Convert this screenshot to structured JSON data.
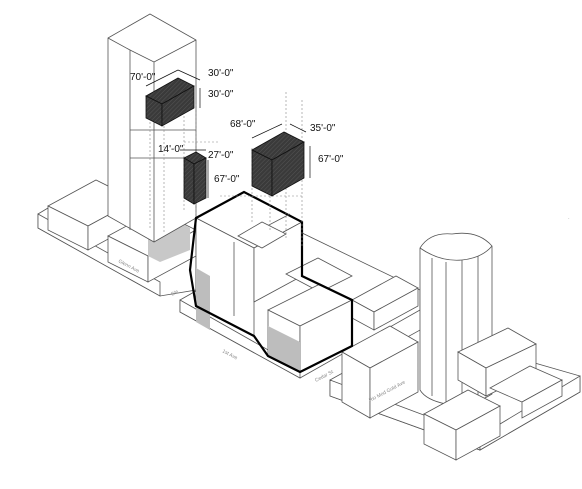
{
  "dimensions": {
    "block_tower_length": "70'-0\"",
    "block_tower_width": "30'-0\"",
    "block_tower_height": "30'-0\"",
    "block_small_length": "14'-0\"",
    "block_small_width": "27'-0\"",
    "block_small_height": "67'-0\"",
    "block_right_length": "68'-0\"",
    "block_right_width": "35'-0\"",
    "block_right_height": "67'-0\""
  },
  "streets": {
    "left_avenue": "Glenn Ave",
    "left_edge_street": "Cle",
    "front_avenue": "1st Ave",
    "cedar_street": "Cedar St",
    "right_block_street": "Rio Mod Gold Ave"
  },
  "colors": {
    "line": "#555555",
    "bold_outline": "#000000",
    "dark_block": "#3a3a3a",
    "shadow": "#bdbdbd"
  }
}
